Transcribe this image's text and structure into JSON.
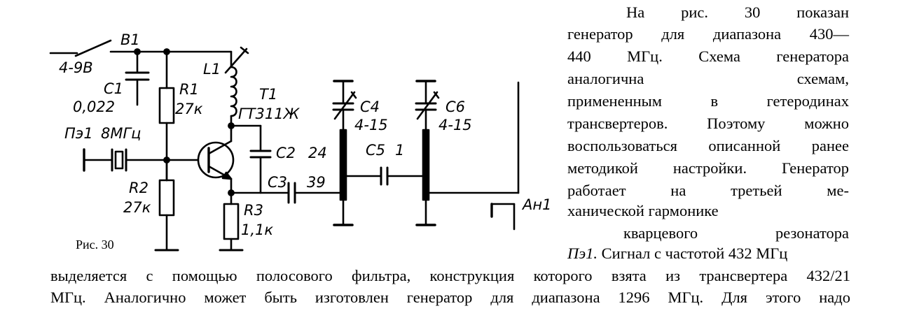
{
  "figure": {
    "caption": "Рис. 30",
    "labels": {
      "b1": "B1",
      "supply": "4-9B",
      "c1": "C1",
      "c1_value": "0,022",
      "r1": "R1",
      "r1_value": "27к",
      "l1": "L1",
      "t1": "T1",
      "t1_type": "ГТ311Ж",
      "crystal": "Пэ1",
      "crystal_freq": "8МГц",
      "c2": "C2",
      "c2_value": "24",
      "c4": "C4",
      "c4_value": "4-15",
      "c6": "C6",
      "c6_value": "4-15",
      "c5": "C5",
      "c5_value": "1",
      "c3": "C3",
      "c3_value": "39",
      "r2": "R2",
      "r2_value": "27к",
      "r3": "R3",
      "r3_value": "1,1к",
      "antenna": "Ан1"
    }
  },
  "text": {
    "r1": "На рис. 30 показан",
    "r2": "генератор для диапазона 430—",
    "r3": "440 МГц. Схема генератора",
    "r4": "аналогична схемам,",
    "r5": "примененным в гетеродинах",
    "r6": "трансвертеров. Поэтому можно",
    "r7": "воспользоваться описанной ранее",
    "r8": "методикой настройки. Генератор",
    "r9": "работает на третьей ме-",
    "r10": "ханической гармонике",
    "r11": "кварцевого резонатора",
    "r12_italic": "Пэ1.",
    "r12_rest": " Сигнал с частотой 432 МГц",
    "f1": "выделяется с помощью полосового фильтра, конструкция которого взята из трансвертера 432/21",
    "f2": "МГц. Аналогично может быть изготовлен генератор для диапазона 1296 МГц. Для этого надо"
  }
}
